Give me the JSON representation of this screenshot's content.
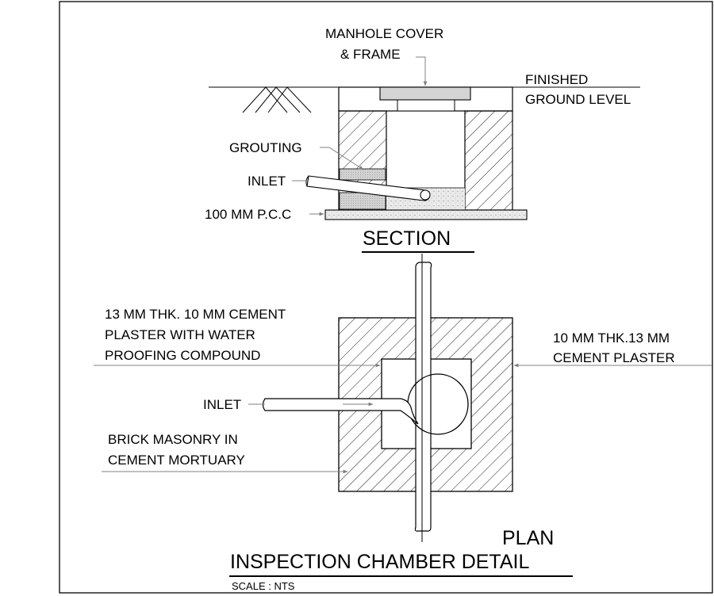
{
  "section": {
    "heading": "SECTION",
    "labels": {
      "manhole_line1": "MANHOLE COVER",
      "manhole_line2": "& FRAME",
      "finished_line1": "FINISHED",
      "finished_line2": "GROUND LEVEL",
      "grouting": "GROUTING",
      "inlet": "INLET",
      "pcc": "100 MM P.C.C"
    }
  },
  "plan": {
    "heading": "PLAN",
    "labels": {
      "inner_plaster_line1": "13 MM THK. 10 MM CEMENT",
      "inner_plaster_line2": "PLASTER WITH WATER",
      "inner_plaster_line3": "PROOFING COMPOUND",
      "outer_plaster_line1": "10 MM THK.13 MM",
      "outer_plaster_line2": "CEMENT PLASTER",
      "inlet": "INLET",
      "brick_line1": "BRICK MASONRY IN",
      "brick_line2": "CEMENT MORTUARY"
    }
  },
  "title": "INSPECTION CHAMBER DETAIL",
  "scale": "SCALE  : NTS"
}
